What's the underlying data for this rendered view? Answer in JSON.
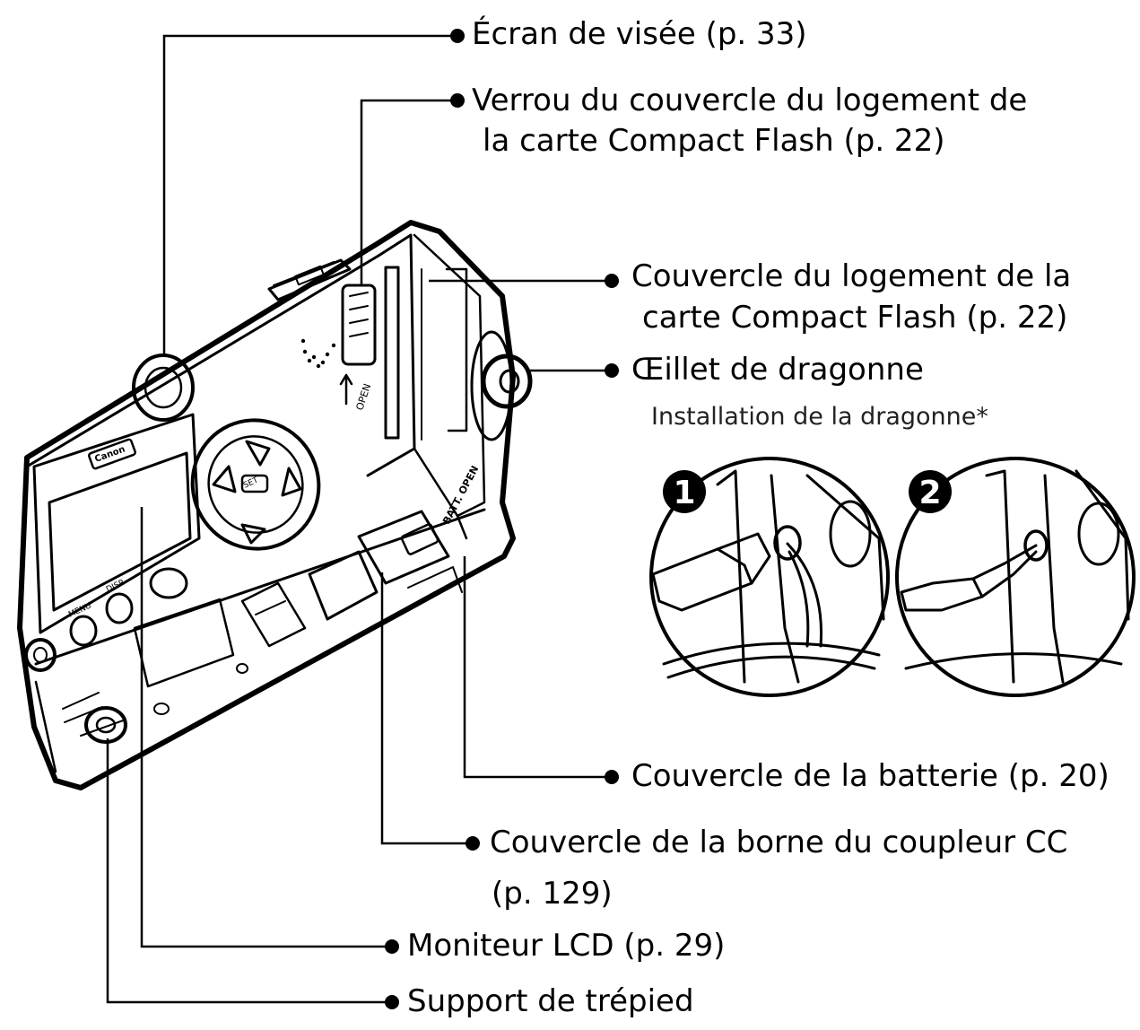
{
  "labels": {
    "viewfinder": "Écran de visée (p. 33)",
    "cf_lock_line1": "Verrou du couvercle du logement de",
    "cf_lock_line2": "la carte Compact Flash (p. 22)",
    "cf_cover_line1": "Couvercle du logement de la",
    "cf_cover_line2": "carte Compact Flash (p. 22)",
    "strap_eyelet": "Œillet de dragonne",
    "strap_install": "Installation de la dragonne*",
    "battery_cover": "Couvercle de la batterie (p. 20)",
    "dc_cover_line1": "Couvercle de la borne du coupleur CC",
    "dc_cover_line2": "(p. 129)",
    "lcd_monitor": "Moniteur LCD (p. 29)",
    "tripod": "Support de trépied"
  },
  "steps": [
    "1",
    "2"
  ],
  "camera_markings": {
    "open_label": "OPEN",
    "battery_label": "BATT. OPEN",
    "brand_label": "Canon",
    "button_set": "SET",
    "button_disp": "DISP.",
    "button_menu": "MENU"
  },
  "colors": {
    "ink": "#000000",
    "background": "#ffffff"
  }
}
